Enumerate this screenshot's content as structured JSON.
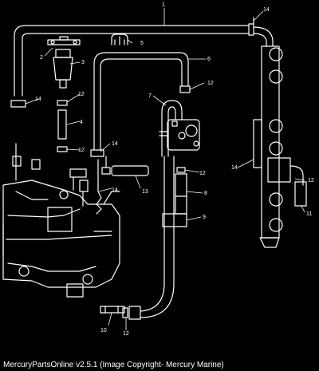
{
  "callouts": {
    "c1": "1",
    "c2": "2",
    "c3": "3",
    "c4": "4",
    "c5": "5",
    "c6": "6",
    "c7": "7",
    "c8": "8",
    "c9": "9",
    "c10": "10",
    "c11": "11",
    "c12": "12",
    "c13": "13",
    "c14": "14"
  },
  "caption": "MercuryPartsOnline v2.5.1 (Image Copyright- Mercury Marine)",
  "colors": {
    "background": "#000000",
    "line": "#ffffff"
  }
}
